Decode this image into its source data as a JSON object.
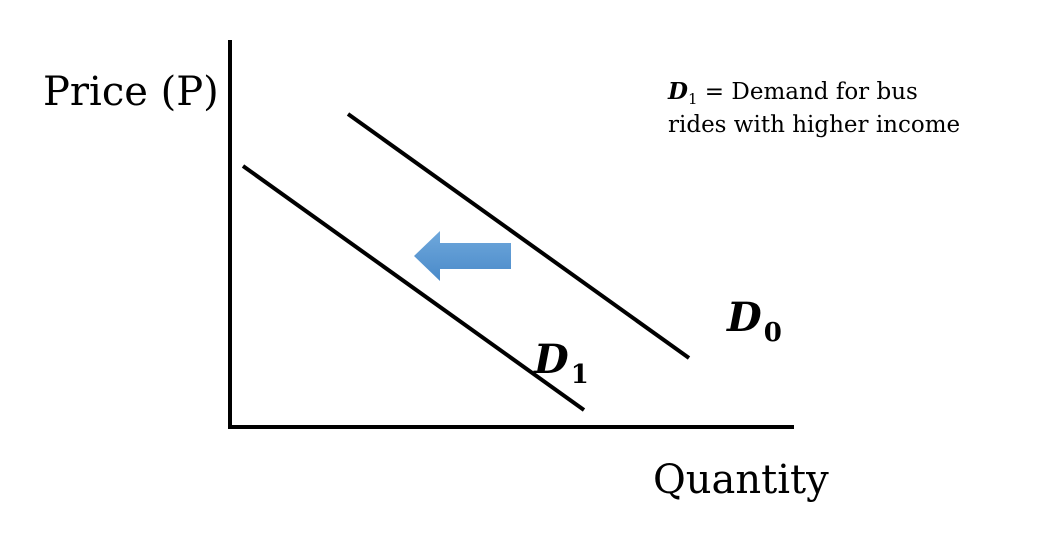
{
  "y_axis_label": "Price (P)",
  "x_axis_label": "Quantity",
  "curves": {
    "d0": {
      "symbol": "D",
      "subscript": "0"
    },
    "d1": {
      "symbol": "D",
      "subscript": "1"
    }
  },
  "note": {
    "symbol": "D",
    "subscript": "1",
    "equals": " = ",
    "line1": "Demand for bus",
    "line2": "rides with higher income"
  },
  "colors": {
    "axis": "#000000",
    "curve": "#000000",
    "shift_arrow": "#5b9bd5"
  },
  "shift_arrow": {
    "direction": "left",
    "icon": "left-arrow-icon"
  }
}
